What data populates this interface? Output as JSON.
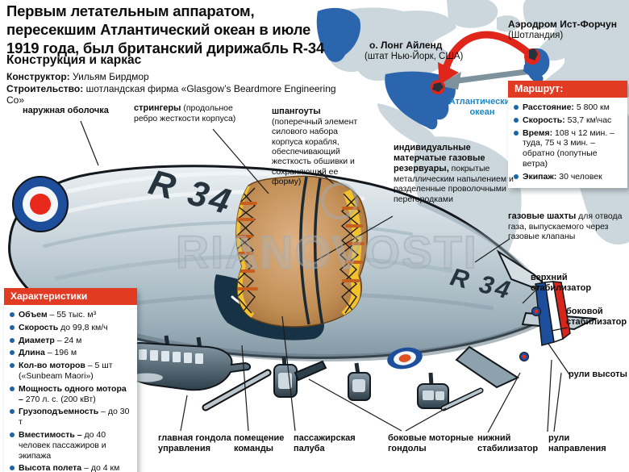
{
  "header": {
    "title": "Первым летательным аппаратом, пересекшим Атлантический океан в июле 1919 года, был британский дирижабль R-34",
    "section": "Конструкция и каркас",
    "constructor_label": "Конструктор:",
    "constructor_value": " Уильям Бирдмор",
    "builder_label": "Строительство:",
    "builder_value": " шотландская фирма «Glasgow’s Beardmore Engineering Co»"
  },
  "map": {
    "origin": {
      "name": "Аэродром Ист-Форчун",
      "sub": "(Шотландия)"
    },
    "destination": {
      "name": "о. Лонг Айленд",
      "sub": "(штат Нью-Йорк, США)"
    },
    "ocean": "Атлантический океан"
  },
  "route": {
    "header": "Маршрут:",
    "items": [
      {
        "b": "Расстояние:",
        "r": " 5 800 км"
      },
      {
        "b": "Скорость:",
        "r": " 53,7 км\\час"
      },
      {
        "b": "Время:",
        "r": " 108 ч 12 мин. – туда, 75 ч 3 мин. – обратно (попутные ветра)"
      },
      {
        "b": "Экипаж:",
        "r": " 30 человек"
      }
    ]
  },
  "specs": {
    "header": "Характеристики",
    "items": [
      {
        "b": "Объем",
        "r": " – 55 тыс. м³"
      },
      {
        "b": "Скорость",
        "r": " до 99,8 км/ч"
      },
      {
        "b": "Диаметр",
        "r": " – 24 м"
      },
      {
        "b": "Длина",
        "r": " – 196 м"
      },
      {
        "b": "Кол-во моторов",
        "r": " – 5 шт («Sunbeam Maori»)"
      },
      {
        "b": "Мощность одного мотора –",
        "r": " 270 л. с. (200 кВт)"
      },
      {
        "b": "Грузоподъемность",
        "r": " – до 30 т"
      },
      {
        "b": "Вместимость –",
        "r": " до 40 человек пассажиров и экипажа"
      },
      {
        "b": "Высота полета",
        "r": " – до 4 км"
      }
    ]
  },
  "labels": {
    "outer_shell": "наружная оболочка",
    "stringers": {
      "b": "стрингеры",
      "r": " (продольное ребро жесткости корпуса)"
    },
    "frames": {
      "b": "шпангоуты",
      "r": " (поперечный элемент силового набора корпуса корабля, обеспечивающий жесткость обшивки и сохраняющий ее форму)"
    },
    "gasbags": {
      "b": "индивидуальные матерчатые газовые резервуары,",
      "r": " покрытые металлическим напылением и разделенные проволочными перегородками"
    },
    "gas_shafts": {
      "b": "газовые шахты",
      "r": " для отвода газа, выпускаемого через газовые клапаны"
    },
    "upper_stab": "верхний стабилизатор",
    "side_stab": "боковой стабилизатор",
    "elevators": "рули высоты",
    "main_gondola": "главная гондола управления",
    "crew_room": "помещение команды",
    "passenger_deck": "пассажирская палуба",
    "motor_gondolas": "боковые моторные гондолы",
    "lower_stab": "нижний стабилизатор",
    "rudders": "рули направления"
  },
  "airship": {
    "marking": "R 34"
  },
  "watermark": "RIANOVOSTI",
  "colors": {
    "accent_red": "#e23b24",
    "bullet_blue": "#1c63a8",
    "map_blue": "#2a65ad",
    "ocean_text": "#1b87c6"
  }
}
